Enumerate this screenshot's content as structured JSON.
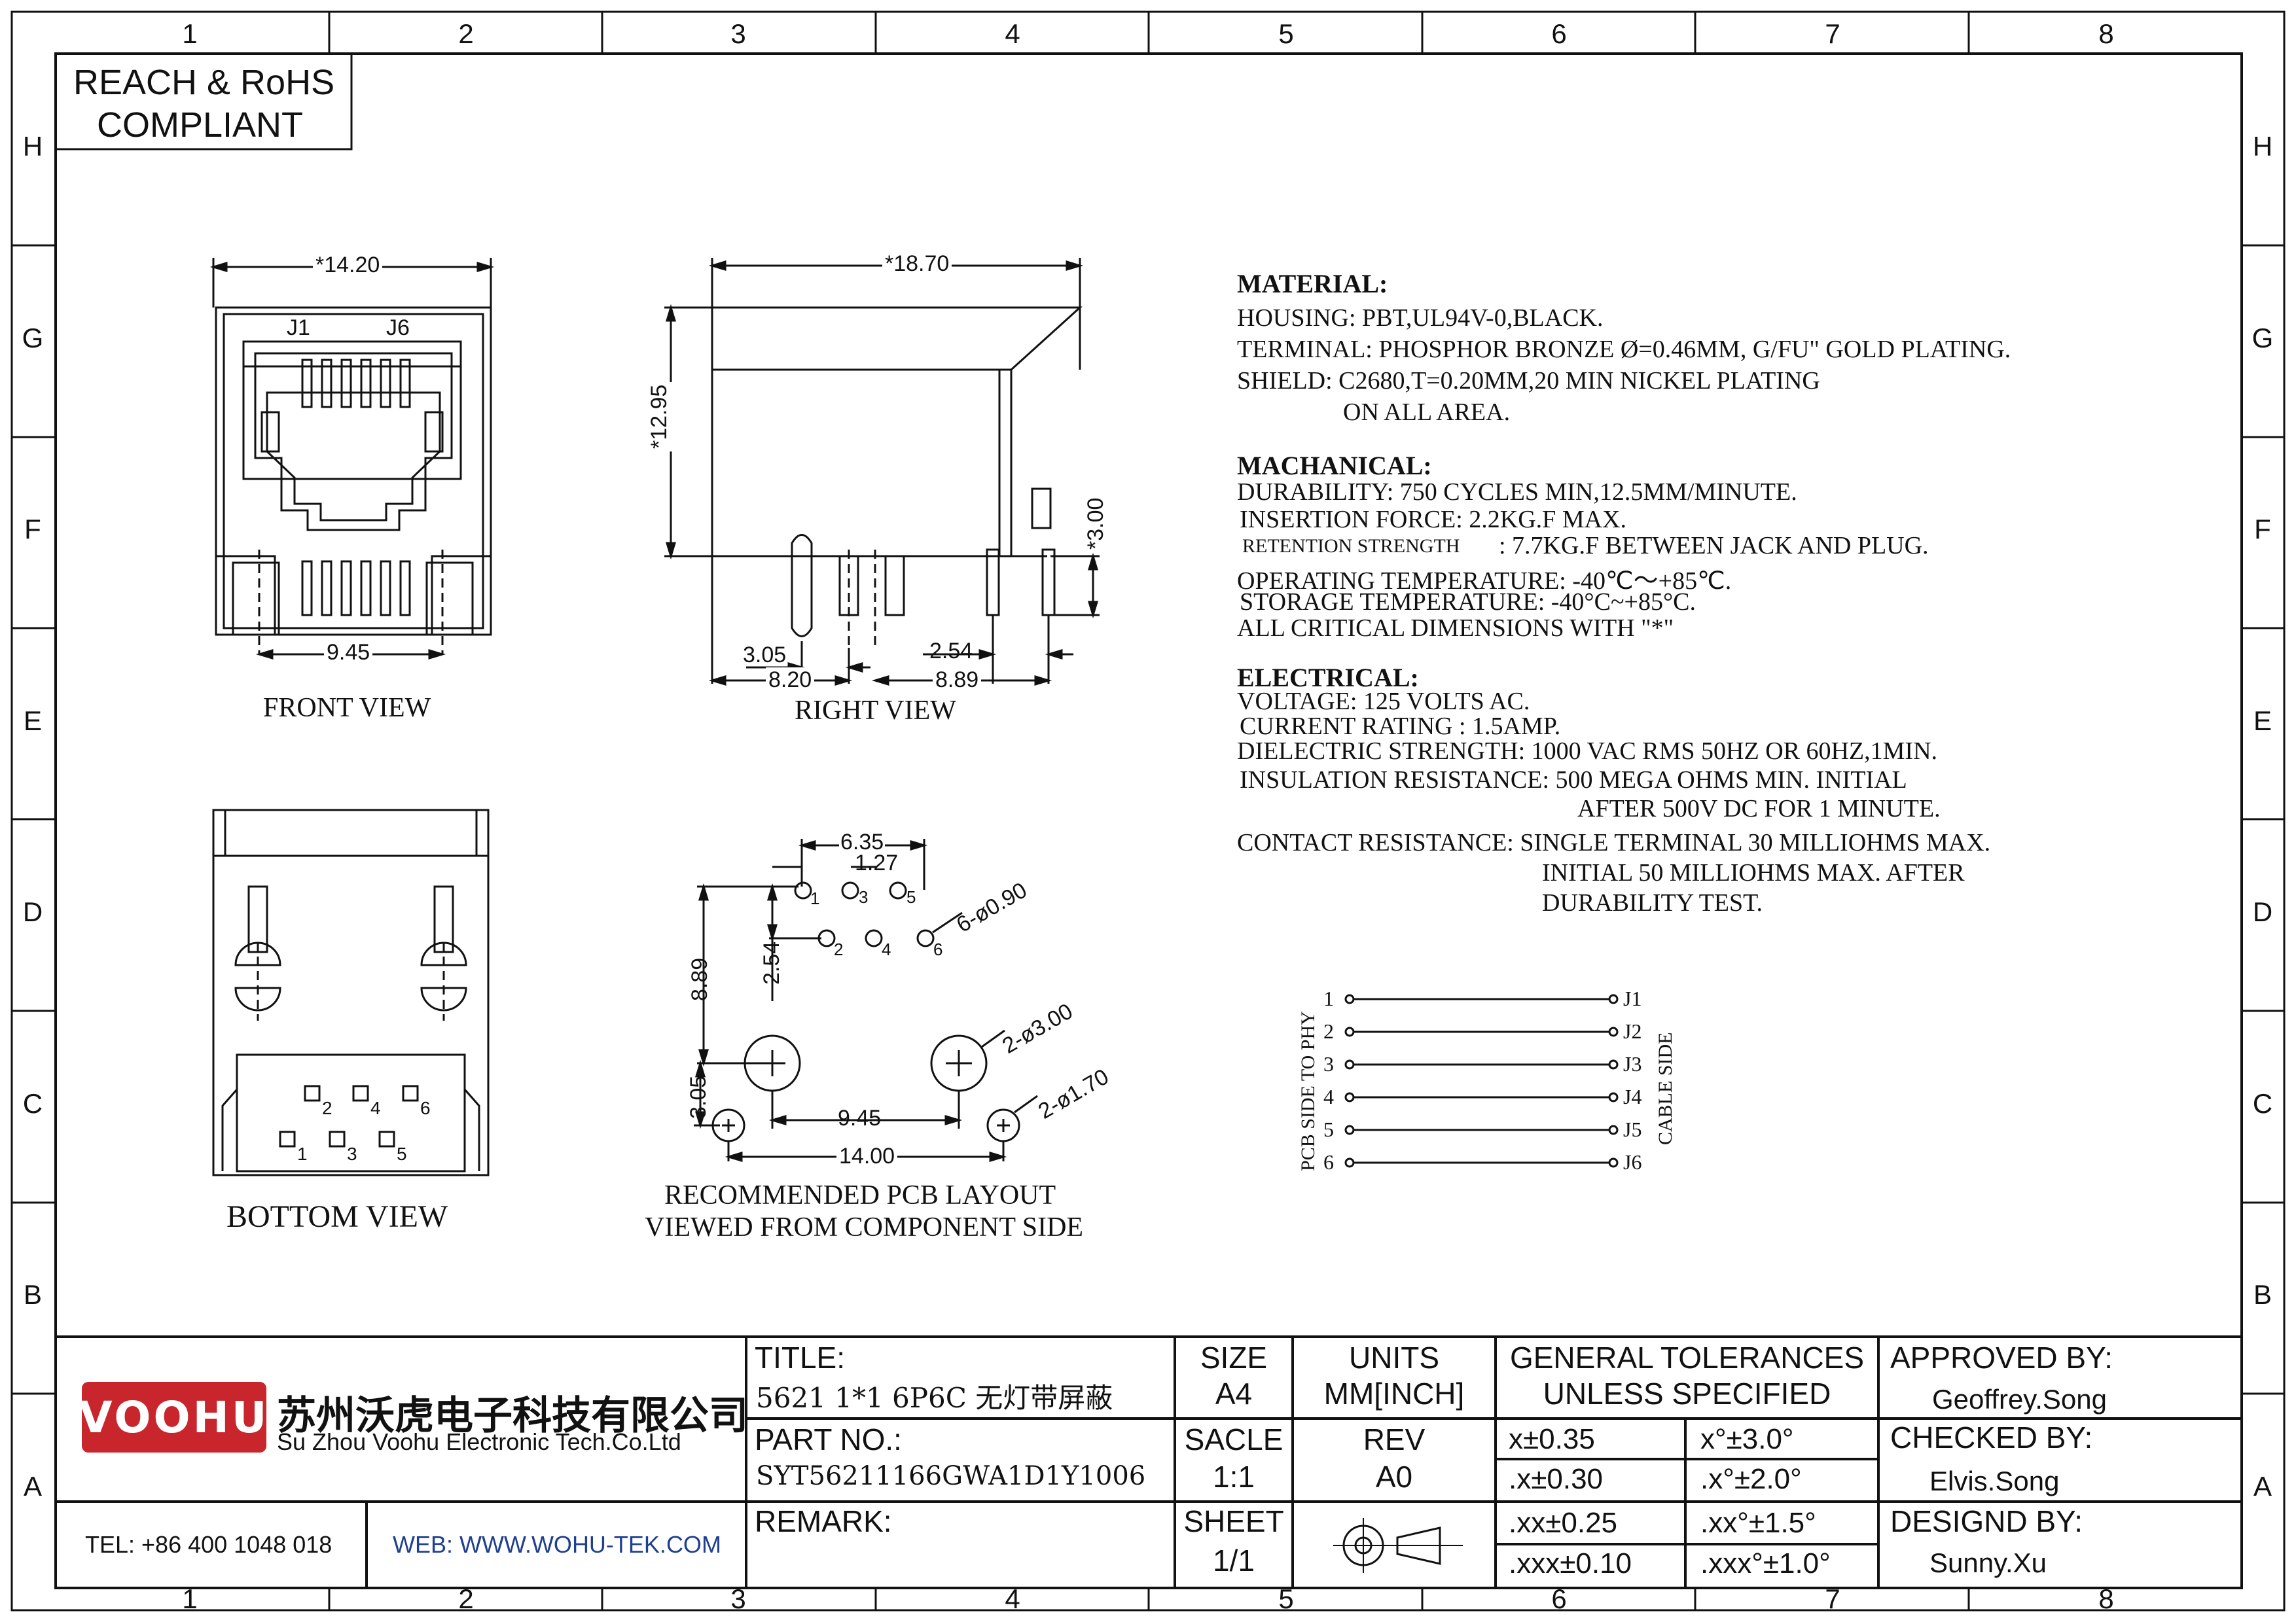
{
  "compliance": {
    "line1": "REACH & RoHS",
    "line2": "COMPLIANT"
  },
  "zones": {
    "columns": [
      "1",
      "2",
      "3",
      "4",
      "5",
      "6",
      "7",
      "8"
    ],
    "rows": [
      "H",
      "G",
      "F",
      "E",
      "D",
      "C",
      "B",
      "A"
    ]
  },
  "views": {
    "front": {
      "label": "FRONT VIEW",
      "dim_width": "*14.20",
      "dim_pins": "9.45",
      "pin_first": "J1",
      "pin_last": "J6"
    },
    "right": {
      "label": "RIGHT VIEW",
      "dim_length": "*18.70",
      "dim_height": "*12.95",
      "dim_leg": "*3.00",
      "dim_a": "3.05",
      "dim_b": "8.20",
      "dim_c": "2.54",
      "dim_d": "8.89"
    },
    "bottom": {
      "label": "BOTTOM VIEW",
      "pins": [
        "1",
        "2",
        "3",
        "4",
        "5",
        "6"
      ]
    },
    "pcb": {
      "label_line1": "RECOMMENDED PCB LAYOUT",
      "label_line2": "VIEWED FROM COMPONENT SIDE",
      "dim_635": "6.35",
      "dim_127": "1.27",
      "dim_889": "8.89",
      "dim_254": "2.54",
      "dim_305": "3.05",
      "dim_945": "9.45",
      "dim_1400": "14.00",
      "hole_small": "6-ø0.90",
      "hole_large": "2-ø3.00",
      "hole_mid": "2-ø1.70",
      "pins": [
        "1",
        "2",
        "3",
        "4",
        "5",
        "6"
      ]
    }
  },
  "specs": {
    "material_title": "MATERIAL:",
    "housing": "HOUSING: PBT,UL94V-0,BLACK.",
    "terminal": "TERMINAL: PHOSPHOR BRONZE Ø=0.46MM, G/FU\" GOLD PLATING.",
    "shield": "SHIELD: C2680,T=0.20MM,20 MIN NICKEL PLATING",
    "shield2": "ON ALL AREA.",
    "mechanical_title": "MACHANICAL:",
    "durability": "DURABILITY: 750 CYCLES MIN,12.5MM/MINUTE.",
    "insertion": "INSERTION FORCE: 2.2KG.F MAX.",
    "retention_label": "RETENTION STRENGTH",
    "retention_value": ": 7.7KG.F BETWEEN JACK AND PLUG.",
    "operating": "OPERATING TEMPERATURE: -40℃～+85℃.",
    "storage": "STORAGE TEMPERATURE: -40°C~+85°C.",
    "critical": "ALL CRITICAL DIMENSIONS WITH \"*\"",
    "electrical_title": "ELECTRICAL:",
    "voltage": "VOLTAGE: 125 VOLTS AC.",
    "current": "CURRENT RATING : 1.5AMP.",
    "dielectric": "DIELECTRIC STRENGTH: 1000 VAC RMS 50HZ OR 60HZ,1MIN.",
    "insulation": "INSULATION RESISTANCE: 500 MEGA OHMS MIN. INITIAL",
    "insulation2": "AFTER 500V DC FOR 1 MINUTE.",
    "contact": "CONTACT RESISTANCE: SINGLE TERMINAL 30 MILLIOHMS MAX.",
    "contact2": "INITIAL 50 MILLIOHMS MAX. AFTER",
    "contact3": "DURABILITY TEST."
  },
  "wiring": {
    "left_label": "PCB SIDE TO PHY",
    "right_label": "CABLE SIDE",
    "left_pins": [
      "1",
      "2",
      "3",
      "4",
      "5",
      "6"
    ],
    "right_pins": [
      "J1",
      "J2",
      "J3",
      "J4",
      "J5",
      "J6"
    ]
  },
  "title_block": {
    "logo": "VOOHU",
    "company_cn": "苏州沃虎电子科技有限公司",
    "company_en": "Su Zhou Voohu Electronic Tech.Co.Ltd",
    "tel": "TEL: +86 400 1048 018",
    "web": "WEB: WWW.WOHU-TEK.COM",
    "title_label": "TITLE:",
    "title_value": "5621 1*1 6P6C 无灯带屏蔽",
    "part_label": "PART NO.:",
    "part_value": "SYT56211166GWA1D1Y1006",
    "remark_label": "REMARK:",
    "size_label": "SIZE",
    "size_value": "A4",
    "scale_label": "SACLE",
    "scale_value": "1:1",
    "sheet_label": "SHEET",
    "sheet_value": "1/1",
    "units_label": "UNITS",
    "units_value": "MM[INCH]",
    "rev_label": "REV",
    "rev_value": "A0",
    "tol_title1": "GENERAL TOLERANCES",
    "tol_title2": "UNLESS SPECIFIED",
    "tolerances": [
      [
        "x±0.35",
        "x°±3.0°"
      ],
      [
        ".x±0.30",
        ".x°±2.0°"
      ],
      [
        ".xx±0.25",
        ".xx°±1.5°"
      ],
      [
        ".xxx±0.10",
        ".xxx°±1.0°"
      ]
    ],
    "approved_label": "APPROVED BY:",
    "approved_value": "Geoffrey.Song",
    "checked_label": "CHECKED BY:",
    "checked_value": "Elvis.Song",
    "designed_label": "DESIGND BY:",
    "designed_value": "Sunny.Xu"
  },
  "colors": {
    "logo_red": "#c8252c",
    "web_blue": "#1f3f8f",
    "line": "#111111"
  }
}
